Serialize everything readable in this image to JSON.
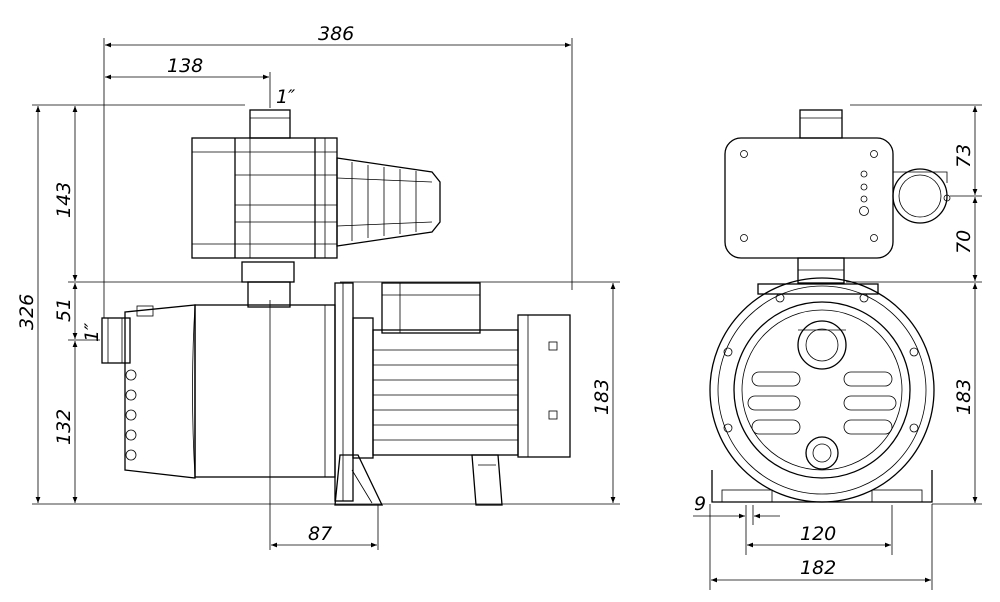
{
  "dimensions": {
    "overall_length": "386",
    "outlet_offset": "138",
    "outlet_thread_top": "1″",
    "inlet_thread_side": "1″",
    "total_height": "326",
    "switch_height": "143",
    "pipe_height": "51",
    "inlet_height": "132",
    "motor_height_side": "183",
    "foot_offset": "87",
    "switch_upper_front": "73",
    "switch_lower_front": "70",
    "motor_height_front": "183",
    "foot_slot": "9",
    "foot_spacing": "120",
    "base_width": "182"
  }
}
